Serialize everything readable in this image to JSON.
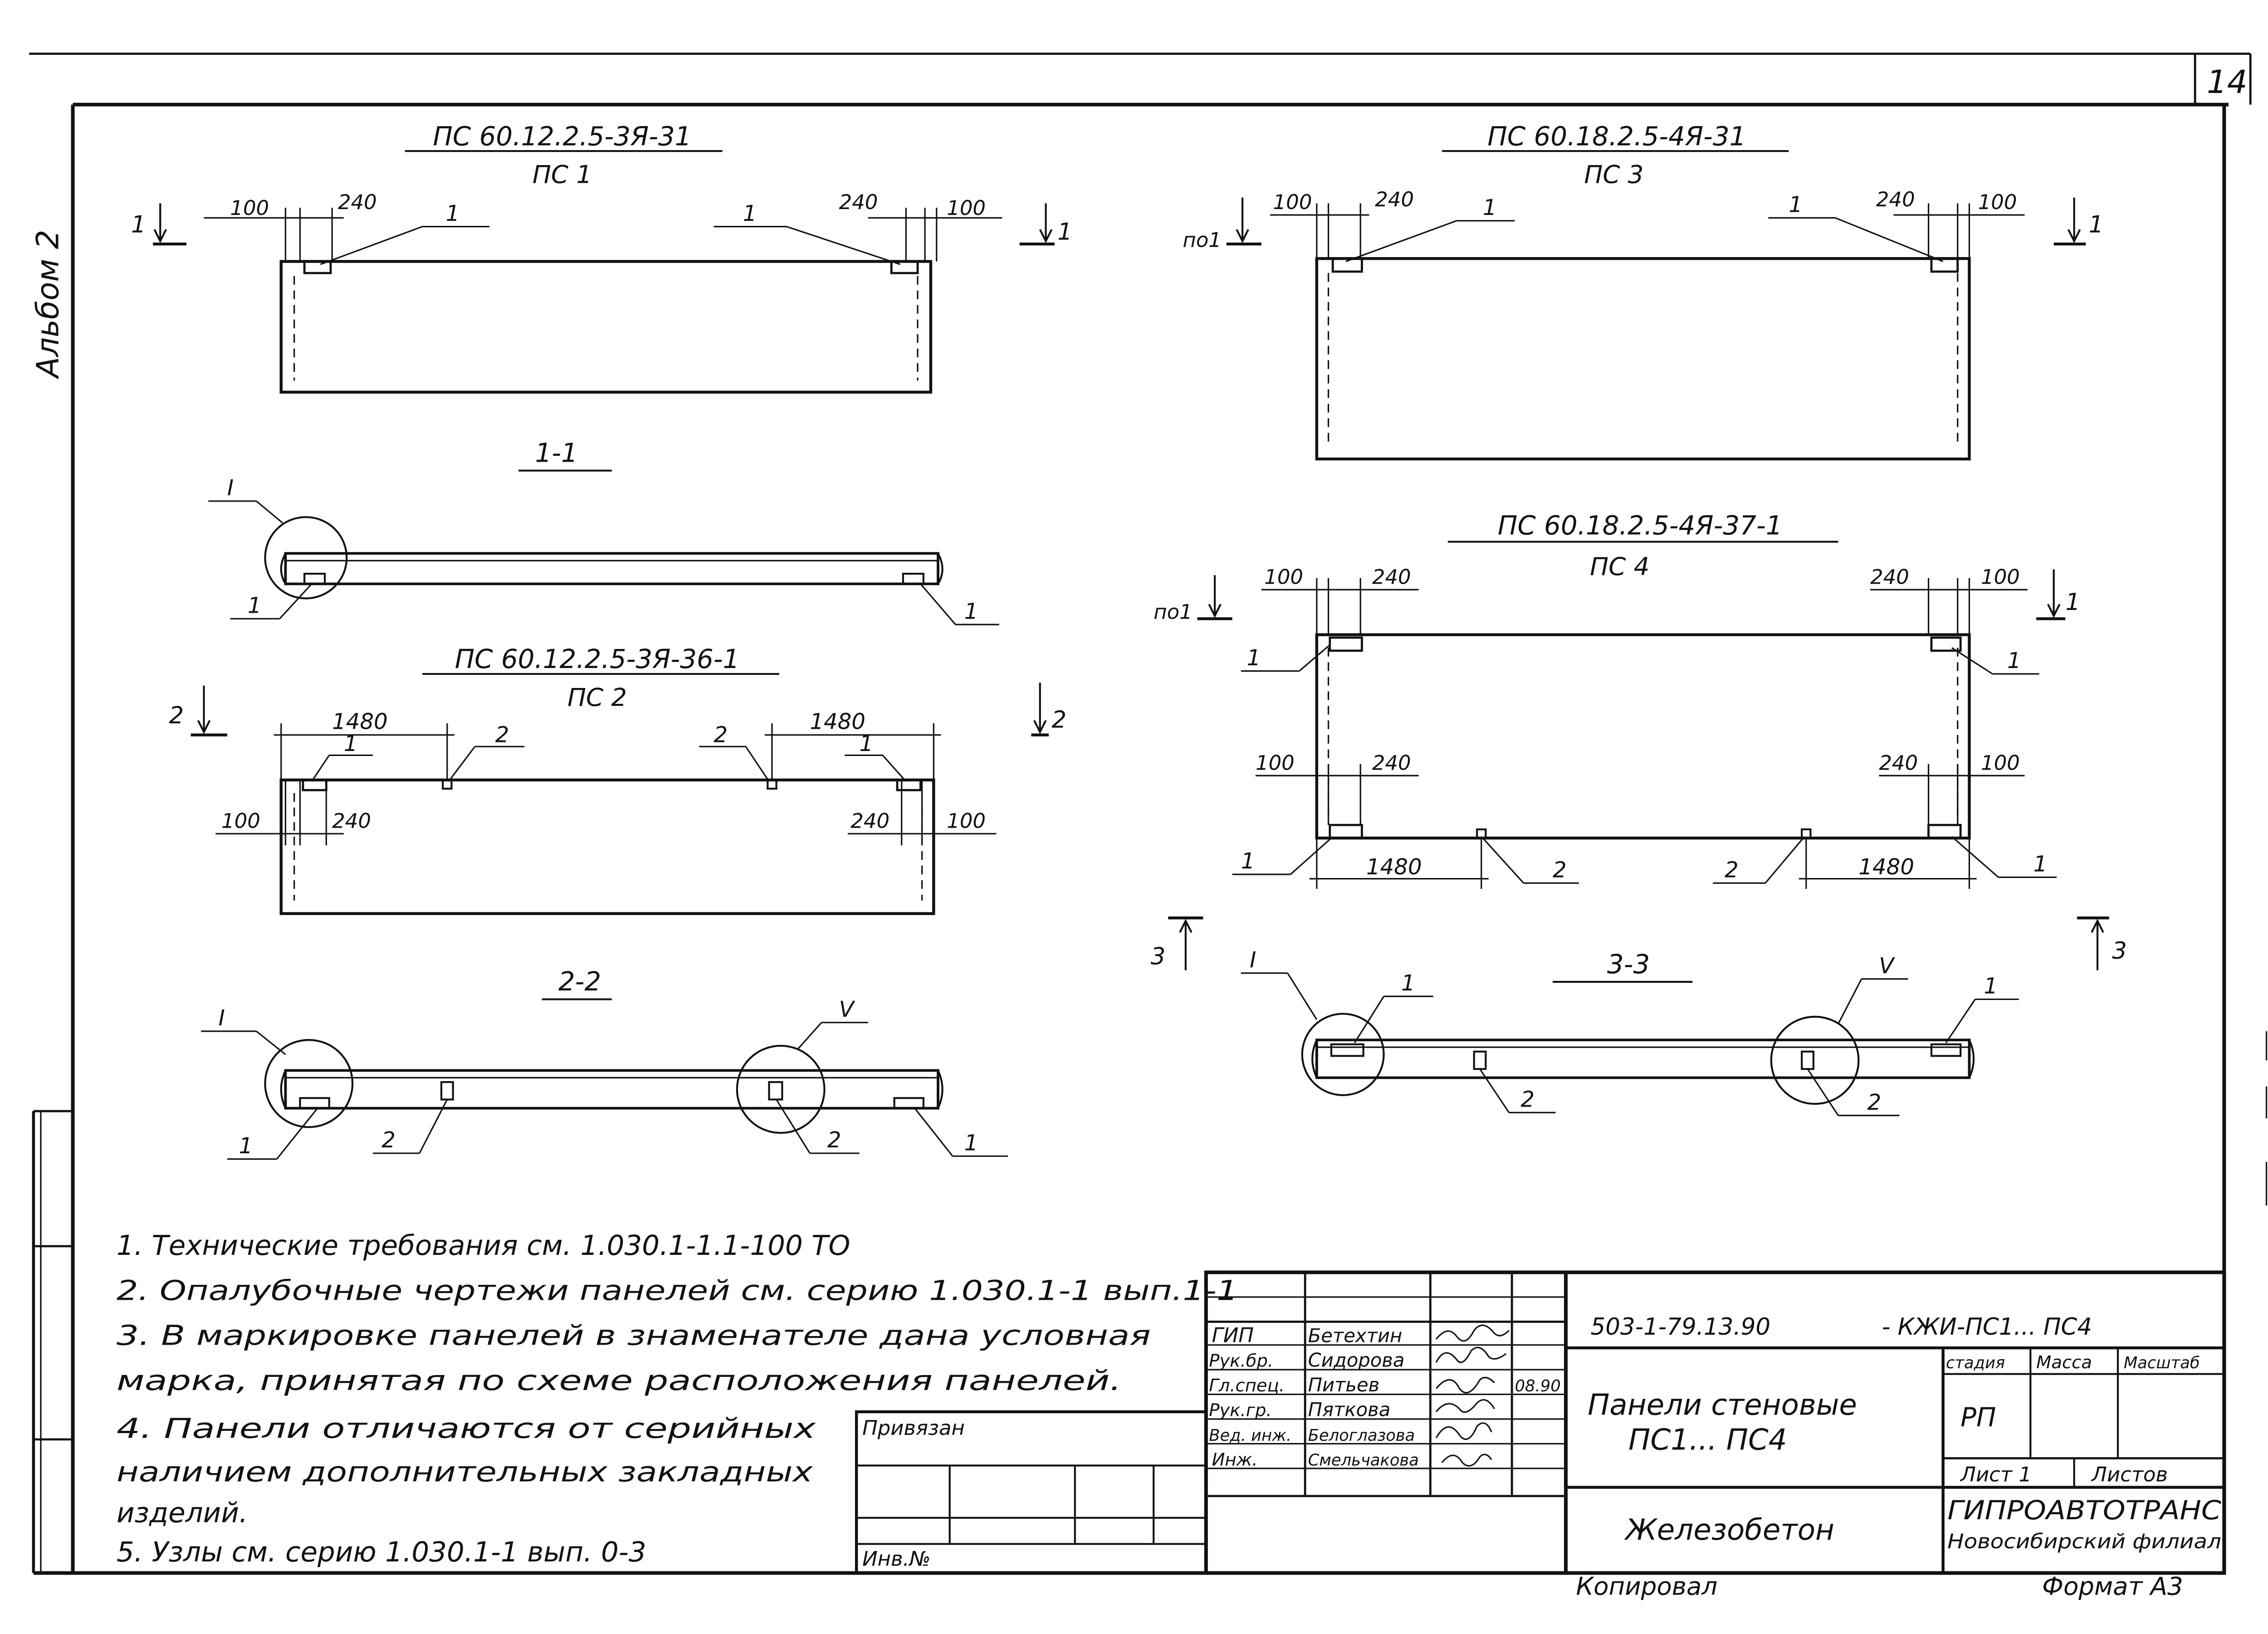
{
  "sheet": {
    "page_number": "14",
    "album": "Альбом 2"
  },
  "ps1": {
    "title": "ПС 60.12.2.5-3Я-31",
    "subtitle": "ПС 1",
    "dims": [
      "100",
      "240",
      "240",
      "100"
    ],
    "leaders": [
      "1",
      "1"
    ],
    "section": "1"
  },
  "sec11": {
    "title": "1-1",
    "node": "I",
    "leaders": [
      "1",
      "1"
    ]
  },
  "ps2": {
    "title": "ПС 60.12.2.5-3Я-36-1",
    "subtitle": "ПС 2",
    "dims_top": [
      "1480",
      "1480"
    ],
    "dims_bottom": [
      "100",
      "240",
      "240",
      "100"
    ],
    "leaders": [
      "1",
      "2",
      "2",
      "1"
    ],
    "section": "2"
  },
  "sec22": {
    "title": "2-2",
    "nodes": [
      "I",
      "V"
    ],
    "leaders": [
      "1",
      "2",
      "2",
      "1"
    ]
  },
  "ps3": {
    "title": "ПС 60.18.2.5-4Я-31",
    "subtitle": "ПС 3",
    "dims": [
      "100",
      "240",
      "240",
      "100"
    ],
    "leaders": [
      "1",
      "1"
    ],
    "section": "1",
    "section_prefix": "по1"
  },
  "ps4": {
    "title": "ПС 60.18.2.5-4Я-37-1",
    "subtitle": "ПС 4",
    "dims_top": [
      "100",
      "240",
      "240",
      "100"
    ],
    "dims_mid": [
      "100",
      "240",
      "240",
      "100"
    ],
    "dims_bottom": [
      "1480",
      "1480"
    ],
    "leaders": [
      "1",
      "1",
      "1",
      "2",
      "2",
      "1"
    ],
    "section": "1",
    "section_prefix": "по1"
  },
  "sec33": {
    "title": "3-3",
    "nodes": [
      "I",
      "V"
    ],
    "leaders": [
      "1",
      "1",
      "2",
      "2"
    ],
    "section": "3"
  },
  "notes": [
    "1. Технические требования см. 1.030.1-1.1-100 ТО",
    "2. Опалубочные чертежи панелей см. серию 1.030.1-1 вып.1-1",
    "3. В маркировке панелей в знаменателе дана условная",
    "марка, принятая по схеме расположения панелей.",
    "4. Панели отличаются от серийных",
    "наличием дополнительных закладных",
    "изделий.",
    "5. Узлы см. серию 1.030.1-1 вып. 0-3"
  ],
  "privyazan": {
    "label": "Привязан",
    "inv": "Инв.№"
  },
  "stamp": {
    "roles": [
      "ГИП",
      "Рук.бр.",
      "Гл.спец.",
      "Рук.гр.",
      "Вед. инж.",
      "Инж."
    ],
    "names": [
      "Бетехтин",
      "Сидорова",
      "Питьев",
      "Пяткова",
      "Белоглазова",
      "Смельчакова"
    ],
    "date": "08.90",
    "code": "503-1-79.13.90",
    "sheet_code": "- КЖИ-ПС1... ПС4",
    "title_line1": "Панели стеновые",
    "title_line2": "ПС1... ПС4",
    "material": "Железобетон",
    "stage_header": "стадия",
    "mass_header": "Масса",
    "scale_header": "Масштаб",
    "stage": "РП",
    "sheet_label": "Лист 1",
    "sheets_label": "Листов",
    "org1": "ГИПРОАВТОТРАНС",
    "org2": "Новосибирский филиал",
    "copied": "Копировал",
    "format": "Формат А3"
  }
}
